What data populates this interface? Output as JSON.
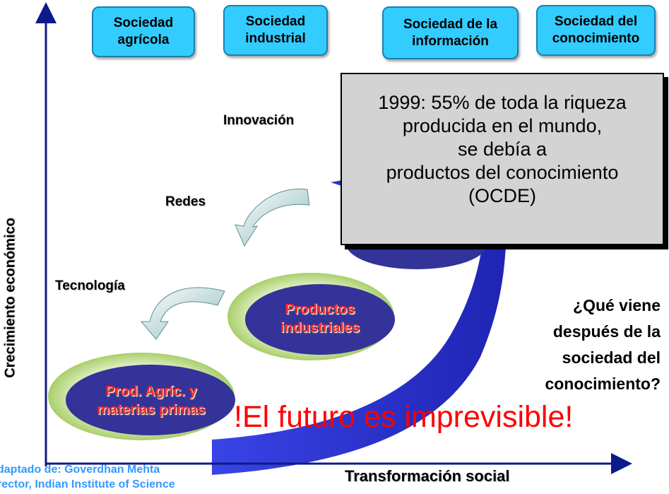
{
  "societies": [
    {
      "label": "Sociedad\nagrícola"
    },
    {
      "label": "Sociedad\nindustrial"
    },
    {
      "label": "Sociedad de la\ninformación"
    },
    {
      "label": "Sociedad del\nconocimiento"
    }
  ],
  "drivers": {
    "innovation": "Innovación",
    "networks": "Redes",
    "technology": "Tecnología"
  },
  "stages": {
    "agri": "Prod. Agríc. y\nmaterias primas",
    "industrial": "Productos\nindustriales"
  },
  "callout": "1999: 55% de toda la riqueza\nproducida en el mundo,\nse debía a\nproductos del conocimiento\n(OCDE)",
  "question": "¿Qué viene\ndespués de la\nsociedad del\nconocimiento?",
  "future": "!El futuro es imprevisible!",
  "axes": {
    "y_label": "Crecimiento económico",
    "x_label": "Transformación social"
  },
  "credit": {
    "line1": "daptado de: Goverdhan Mehta",
    "line2": "rector, Indian Institute of Science"
  },
  "colors": {
    "society_box": "#33ccff",
    "stage_ellipse": "#33339a",
    "ellipse_halo": "#a8cf6a",
    "growth_band": "#2f33d6",
    "stage_text": "#ff2a2a",
    "future_text": "#ff0000",
    "credit_text": "#3399ff",
    "callout_bg": "#d3d3d3"
  }
}
